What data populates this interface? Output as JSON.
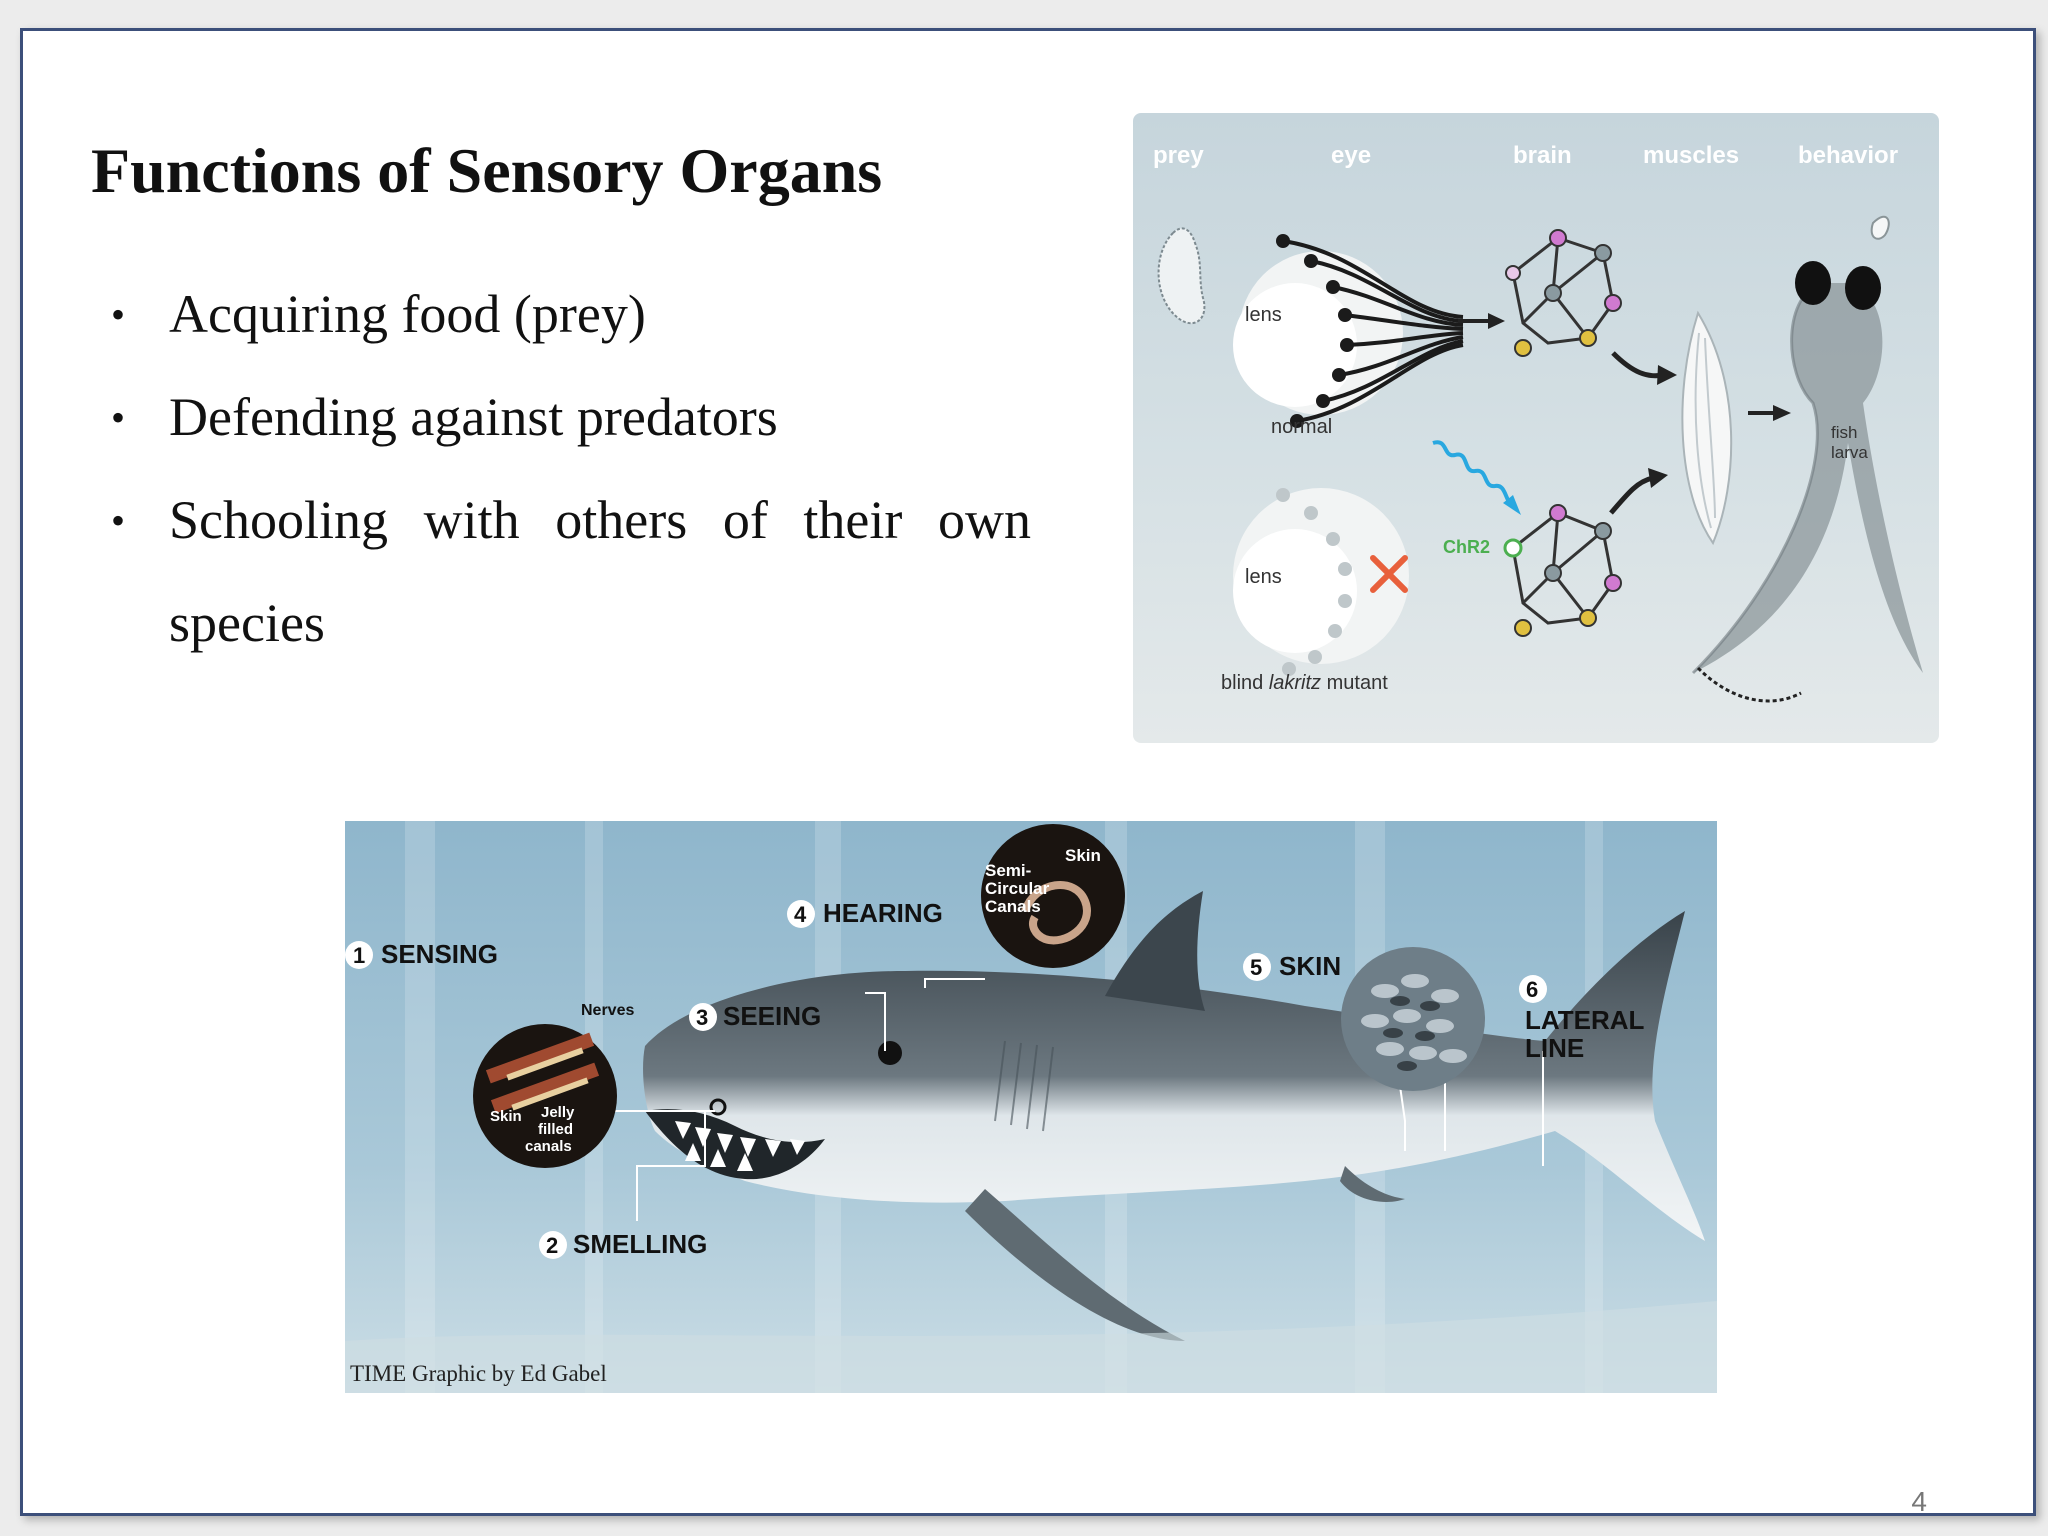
{
  "slide": {
    "title": "Functions of Sensory Organs",
    "bullet_symbol": "•",
    "bullets": [
      "Acquiring food (prey)",
      "Defending against predators",
      "Schooling with others of their own species"
    ],
    "page_number": "4"
  },
  "diagram": {
    "headers": [
      "prey",
      "eye",
      "brain",
      "muscles",
      "behavior"
    ],
    "lens_label": "lens",
    "normal_label": "normal",
    "mutant_prefix": "blind ",
    "mutant_italic": "lakritz",
    "mutant_suffix": " mutant",
    "chr2_label": "ChR2",
    "fish_label_line1": "fish",
    "fish_label_line2": "larva",
    "colors": {
      "magenta": "#d07ad0",
      "grey": "#8a9aa0",
      "yellow": "#e0c040",
      "green": "#4caf50",
      "red": "#e8603c",
      "blue": "#29a8e0"
    }
  },
  "shark_graphic": {
    "labels": {
      "sensing": "SENSING",
      "smelling": "SMELLING",
      "seeing": "SEEING",
      "hearing": "HEARING",
      "skin": "SKIN",
      "lateral_line_1": "LATERAL",
      "lateral_line_2": "LINE"
    },
    "numbers": [
      "1",
      "2",
      "3",
      "4",
      "5",
      "6"
    ],
    "inset_labels": {
      "nerves": "Nerves",
      "skin": "Skin",
      "jelly1": "Jelly",
      "jelly2": "filled",
      "jelly3": "canals",
      "hear_skin": "Skin",
      "semi1": "Semi-",
      "semi2": "Circular",
      "semi3": "Canals"
    },
    "credit": "TIME Graphic by Ed Gabel"
  }
}
